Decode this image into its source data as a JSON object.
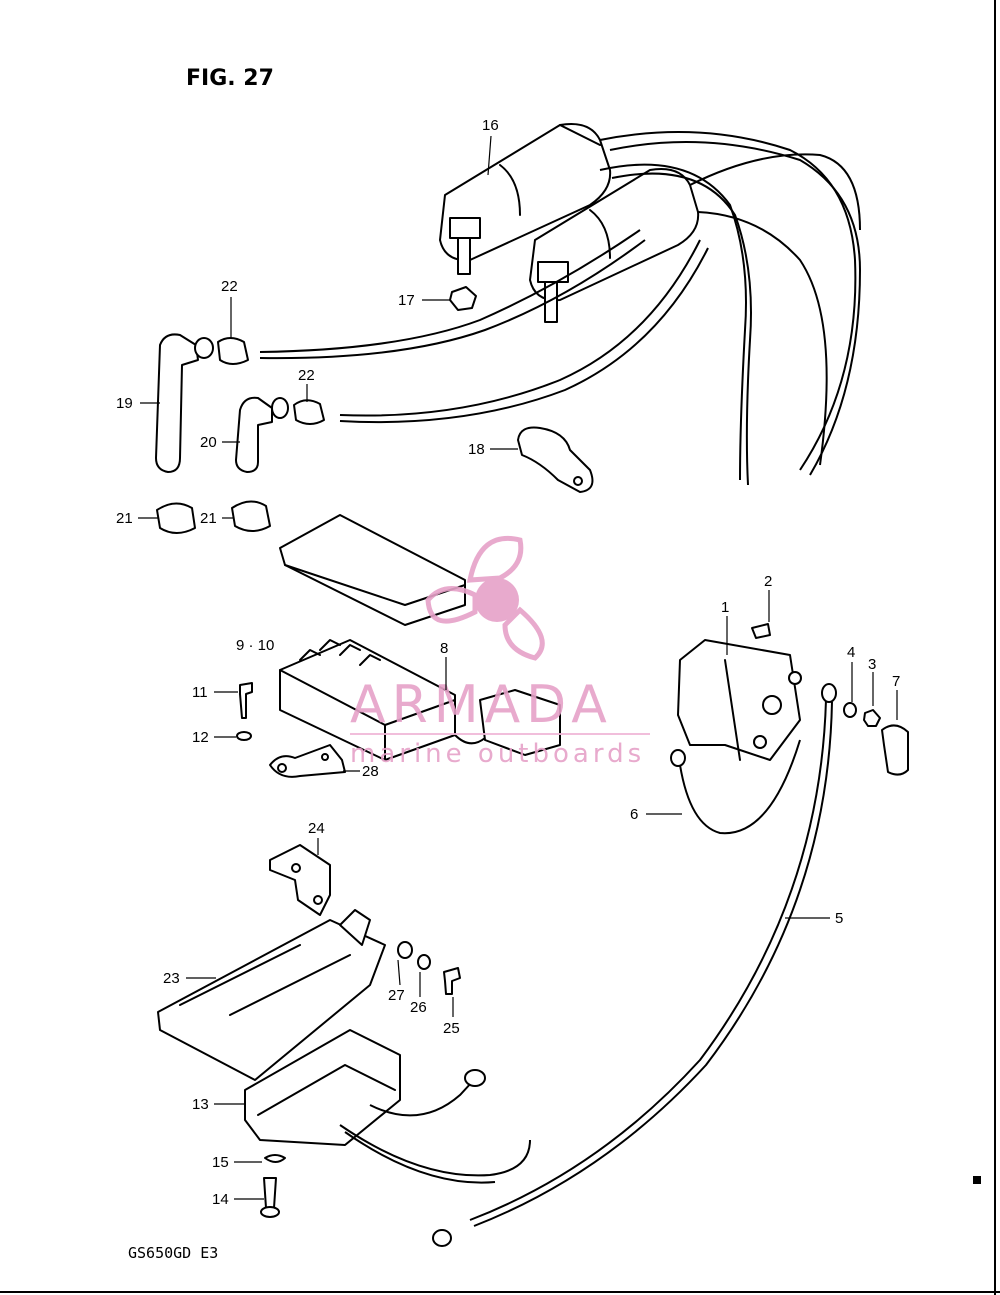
{
  "figure": {
    "title": "FIG. 27",
    "model": "GS650GD E3"
  },
  "watermark": {
    "brand": "ARMADA",
    "tagline": "marine outboards",
    "colors": {
      "primary": "#e6a1c8",
      "accent": "#f0b8d8"
    }
  },
  "callouts": {
    "c1": "1",
    "c2": "2",
    "c3": "3",
    "c4": "4",
    "c5": "5",
    "c6": "6",
    "c7": "7",
    "c8": "8",
    "c9_10": "9 · 10",
    "c11": "11",
    "c12": "12",
    "c13": "13",
    "c14": "14",
    "c15": "15",
    "c16": "16",
    "c17": "17",
    "c18": "18",
    "c19": "19",
    "c20": "20",
    "c21a": "21",
    "c21b": "21",
    "c22a": "22",
    "c22b": "22",
    "c23": "23",
    "c24": "24",
    "c25": "25",
    "c26": "26",
    "c27": "27",
    "c28": "28"
  }
}
